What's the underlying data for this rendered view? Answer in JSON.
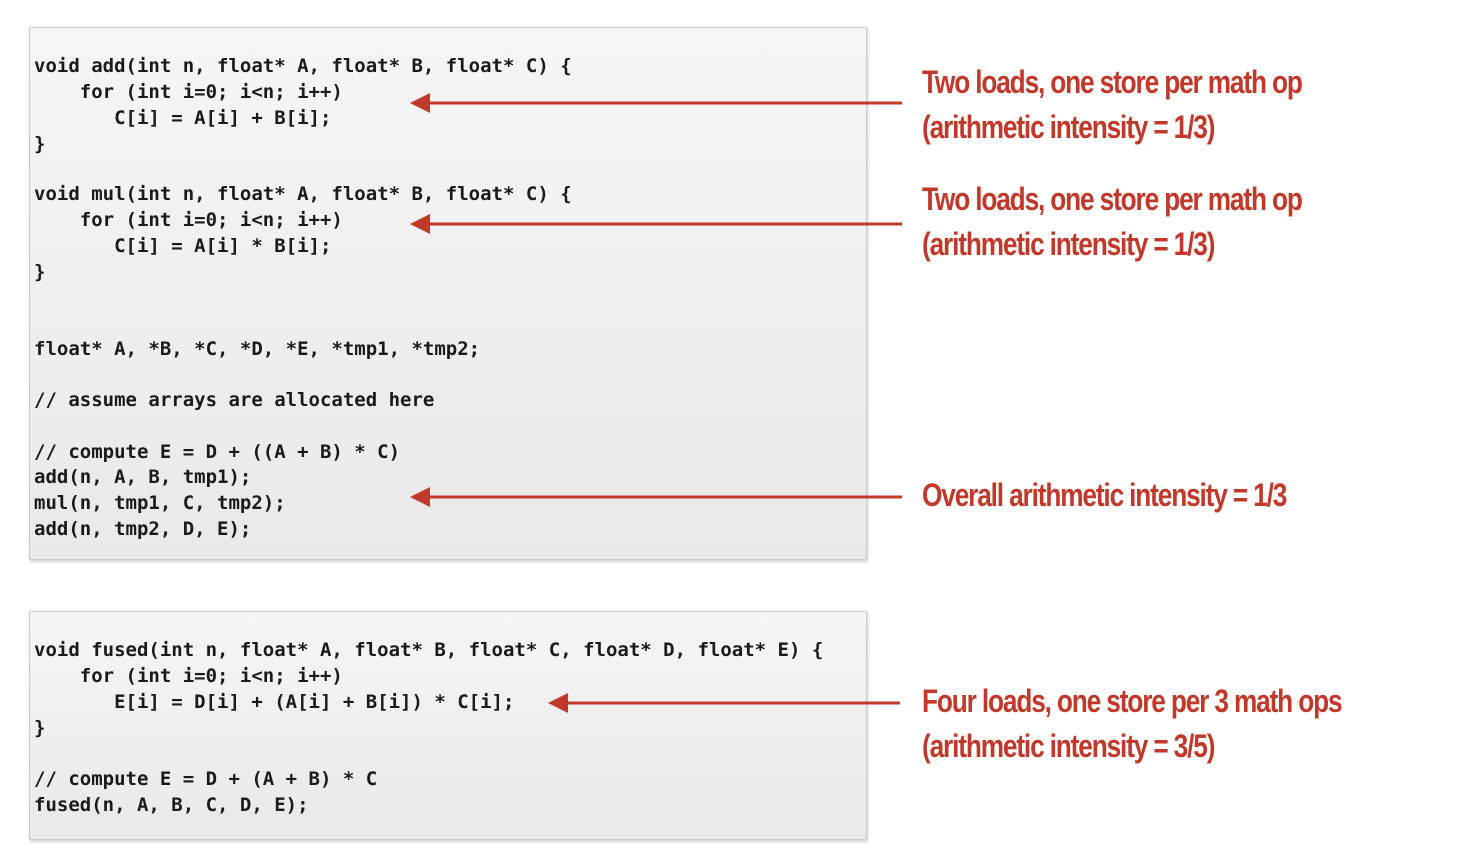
{
  "colors": {
    "accent": "#c0392b",
    "code_text": "#1a1a1a",
    "code_box_bg": "#efefef"
  },
  "code_box_unfused": {
    "lines": [
      "void add(int n, float* A, float* B, float* C) {",
      "    for (int i=0; i<n; i++)",
      "       C[i] = A[i] + B[i];",
      "}",
      "void mul(int n, float* A, float* B, float* C) {",
      "    for (int i=0; i<n; i++)",
      "       C[i] = A[i] * B[i];",
      "}",
      "float* A, *B, *C, *D, *E, *tmp1, *tmp2;",
      "// assume arrays are allocated here",
      "// compute E = D + ((A + B) * C)",
      "add(n, A, B, tmp1);",
      "mul(n, tmp1, C, tmp2);",
      "add(n, tmp2, D, E);"
    ]
  },
  "code_box_fused": {
    "lines": [
      "void fused(int n, float* A, float* B, float* C, float* D, float* E) {",
      "    for (int i=0; i<n; i++)",
      "       E[i] = D[i] + (A[i] + B[i]) * C[i];",
      "}",
      "// compute E = D + (A + B) * C",
      "fused(n, A, B, C, D, E);"
    ]
  },
  "annotations": [
    {
      "line1": "Two loads, one store per math op",
      "line2": "(arithmetic intensity = 1/3)"
    },
    {
      "line1": "Two loads, one store per math op",
      "line2": "(arithmetic intensity = 1/3)"
    },
    {
      "line1": "Overall arithmetic intensity = 1/3",
      "line2": ""
    },
    {
      "line1": "Four loads, one store per 3 math ops",
      "line2": "(arithmetic intensity = 3/5)"
    }
  ]
}
